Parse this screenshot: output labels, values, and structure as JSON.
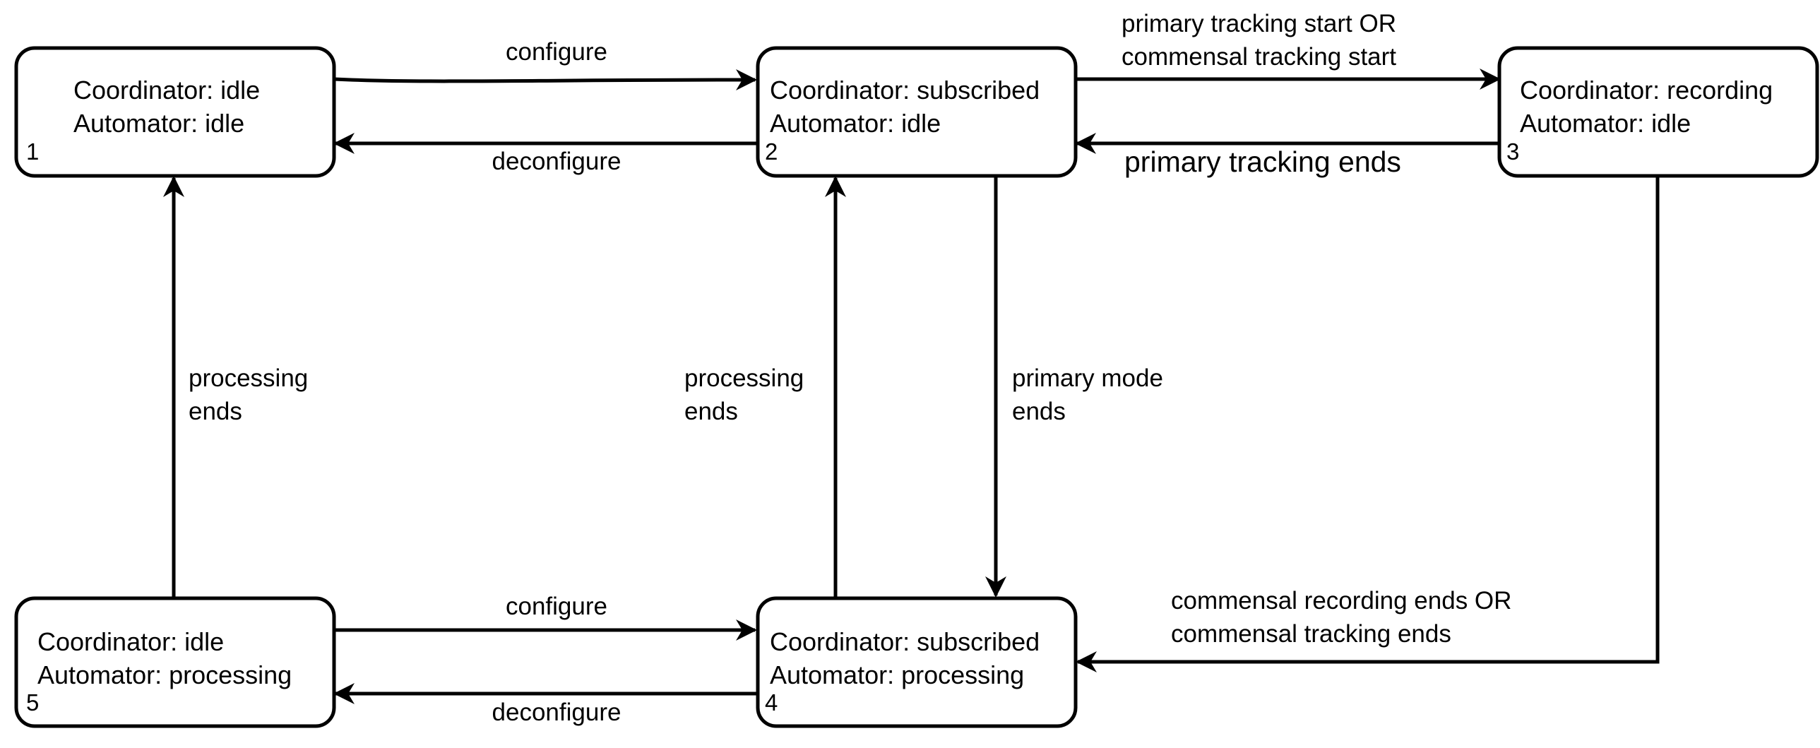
{
  "states": [
    {
      "id": "s1",
      "number": "1",
      "coordinator": "Coordinator: idle",
      "automator": "Automator: idle"
    },
    {
      "id": "s2",
      "number": "2",
      "coordinator": "Coordinator: subscribed",
      "automator": "Automator: idle"
    },
    {
      "id": "s3",
      "number": "3",
      "coordinator": "Coordinator: recording",
      "automator": "Automator: idle"
    },
    {
      "id": "s4",
      "number": "4",
      "coordinator": "Coordinator: subscribed",
      "automator": "Automator: processing"
    },
    {
      "id": "s5",
      "number": "5",
      "coordinator": "Coordinator: idle",
      "automator": "Automator: processing"
    }
  ],
  "transitions": [
    {
      "id": "t1",
      "from": "1",
      "to": "2",
      "lines": [
        "configure"
      ]
    },
    {
      "id": "t2",
      "from": "2",
      "to": "1",
      "lines": [
        "deconfigure"
      ]
    },
    {
      "id": "t3",
      "from": "2",
      "to": "3",
      "lines": [
        "primary tracking start OR",
        "commensal tracking start"
      ]
    },
    {
      "id": "t4",
      "from": "3",
      "to": "2",
      "lines": [
        "primary tracking ends"
      ]
    },
    {
      "id": "t5",
      "from": "5",
      "to": "1",
      "lines": [
        "processing",
        "ends"
      ]
    },
    {
      "id": "t6",
      "from": "4",
      "to": "2",
      "lines": [
        "processing",
        "ends"
      ]
    },
    {
      "id": "t7",
      "from": "2",
      "to": "4",
      "lines": [
        "primary mode",
        "ends"
      ]
    },
    {
      "id": "t8",
      "from": "3",
      "to": "4",
      "lines": [
        "commensal recording ends OR",
        "commensal tracking ends"
      ]
    },
    {
      "id": "t9",
      "from": "5",
      "to": "4",
      "lines": [
        "configure"
      ]
    },
    {
      "id": "t10",
      "from": "4",
      "to": "5",
      "lines": [
        "deconfigure"
      ]
    }
  ]
}
